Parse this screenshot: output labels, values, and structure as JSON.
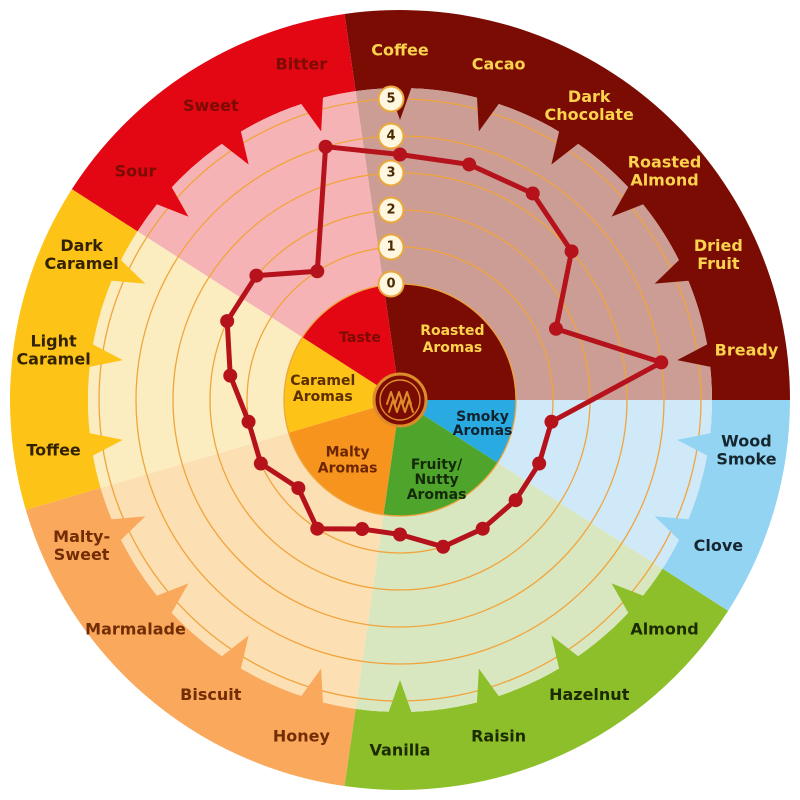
{
  "chart_data": {
    "type": "radar",
    "description": "Circular flavor wheel with 22 spokes grouped into 6 colored aroma/taste sectors, profile line plotted on 0-5 scale",
    "scale": {
      "min": 0,
      "max": 5,
      "tick_labels": [
        "0",
        "1",
        "2",
        "3",
        "4",
        "5"
      ]
    },
    "categories": [
      "Coffee",
      "Cacao",
      "Dark Chocolate",
      "Roasted Almond",
      "Dried Fruit",
      "Bready",
      "Wood Smoke",
      "Clove",
      "Almond",
      "Hazelnut",
      "Raisin",
      "Vanilla",
      "Honey",
      "Biscuit",
      "Marmalade",
      "Malty-Sweet",
      "Toffee",
      "Light Caramel",
      "Dark Caramel",
      "Sour",
      "Sweet",
      "Bitter"
    ],
    "values": [
      3.5,
      3.5,
      3.5,
      3,
      1.5,
      4,
      1,
      1,
      1,
      1,
      1,
      0.5,
      0.5,
      1,
      0.5,
      1,
      1,
      1.5,
      2,
      2,
      1,
      4
    ],
    "sectors": [
      {
        "name": "Roasted Aromas",
        "hub_label_lines": [
          "Roasted",
          "Aromas"
        ],
        "colors": {
          "hub": "#7b0c04",
          "outer": "#7b0c04",
          "band": "#cb9d94",
          "label": "#fcd34d",
          "hub_text": "#fcd34d"
        },
        "attributes": [
          {
            "label_lines": [
              "Coffee"
            ],
            "value": 3.5
          },
          {
            "label_lines": [
              "Cacao"
            ],
            "value": 3.5
          },
          {
            "label_lines": [
              "Dark",
              "Chocolate"
            ],
            "value": 3.5
          },
          {
            "label_lines": [
              "Roasted",
              "Almond"
            ],
            "value": 3
          },
          {
            "label_lines": [
              "Dried",
              "Fruit"
            ],
            "value": 1.5
          },
          {
            "label_lines": [
              "Bready"
            ],
            "value": 4
          }
        ]
      },
      {
        "name": "Smoky Aromas",
        "hub_label_lines": [
          "Smoky",
          "Aromas"
        ],
        "colors": {
          "hub": "#29abe2",
          "outer": "#93d4f3",
          "band": "#cfe9f8",
          "label": "#16262e",
          "hub_text": "#10232e"
        },
        "attributes": [
          {
            "label_lines": [
              "Wood",
              "Smoke"
            ],
            "value": 1
          },
          {
            "label_lines": [
              "Clove"
            ],
            "value": 1
          }
        ]
      },
      {
        "name": "Fruity/Nutty Aromas",
        "hub_label_lines": [
          "Fruity/",
          "Nutty",
          "Aromas"
        ],
        "colors": {
          "hub": "#4fa52b",
          "outer": "#8cbf2a",
          "band": "#d8e7c0",
          "label": "#1c2a00",
          "hub_text": "#13290a"
        },
        "attributes": [
          {
            "label_lines": [
              "Almond"
            ],
            "value": 1
          },
          {
            "label_lines": [
              "Hazelnut"
            ],
            "value": 1
          },
          {
            "label_lines": [
              "Raisin"
            ],
            "value": 1
          },
          {
            "label_lines": [
              "Vanilla"
            ],
            "value": 0.5
          }
        ]
      },
      {
        "name": "Malty Aromas",
        "hub_label_lines": [
          "Malty",
          "Aromas"
        ],
        "colors": {
          "hub": "#f7941e",
          "outer": "#f9a85c",
          "band": "#fcdfb2",
          "label": "#732d04",
          "hub_text": "#6b2504"
        },
        "attributes": [
          {
            "label_lines": [
              "Honey"
            ],
            "value": 0.5
          },
          {
            "label_lines": [
              "Biscuit"
            ],
            "value": 1
          },
          {
            "label_lines": [
              "Marmalade"
            ],
            "value": 0.5
          },
          {
            "label_lines": [
              "Malty-",
              "Sweet"
            ],
            "value": 1
          }
        ]
      },
      {
        "name": "Caramel Aromas",
        "hub_label_lines": [
          "Caramel",
          "Aromas"
        ],
        "colors": {
          "hub": "#fdc317",
          "outer": "#fdc317",
          "band": "#fcedc0",
          "label": "#332200",
          "hub_text": "#5c2e00"
        },
        "attributes": [
          {
            "label_lines": [
              "Toffee"
            ],
            "value": 1
          },
          {
            "label_lines": [
              "Light",
              "Caramel"
            ],
            "value": 1.5
          },
          {
            "label_lines": [
              "Dark",
              "Caramel"
            ],
            "value": 2
          }
        ]
      },
      {
        "name": "Taste",
        "hub_label_lines": [
          "Taste"
        ],
        "colors": {
          "hub": "#e30613",
          "outer": "#e30613",
          "band": "#f6b3b6",
          "label": "#7b0c04",
          "hub_text": "#7b0c04"
        },
        "attributes": [
          {
            "label_lines": [
              "Sour"
            ],
            "value": 2
          },
          {
            "label_lines": [
              "Sweet"
            ],
            "value": 1
          },
          {
            "label_lines": [
              "Bitter"
            ],
            "value": 4
          }
        ]
      }
    ],
    "layout_hints": {
      "first_category_angle": "12 o'clock",
      "direction": "clockwise",
      "grid": "concentric orange rings 0-5",
      "tick_badges": "vertical column above center"
    }
  },
  "colors": {
    "background": "#ffffff",
    "ring_line": "#f1a43c",
    "data_line": "#b5121b",
    "tick_badge_fill": "#fff7e0",
    "tick_badge_border": "#e9a83e",
    "tick_text": "#4a2a00"
  },
  "center_logo": {
    "icon": "ornate-w-monogram-logo-icon",
    "bg": "#7b0c04",
    "accent": "#dd8c2a"
  }
}
